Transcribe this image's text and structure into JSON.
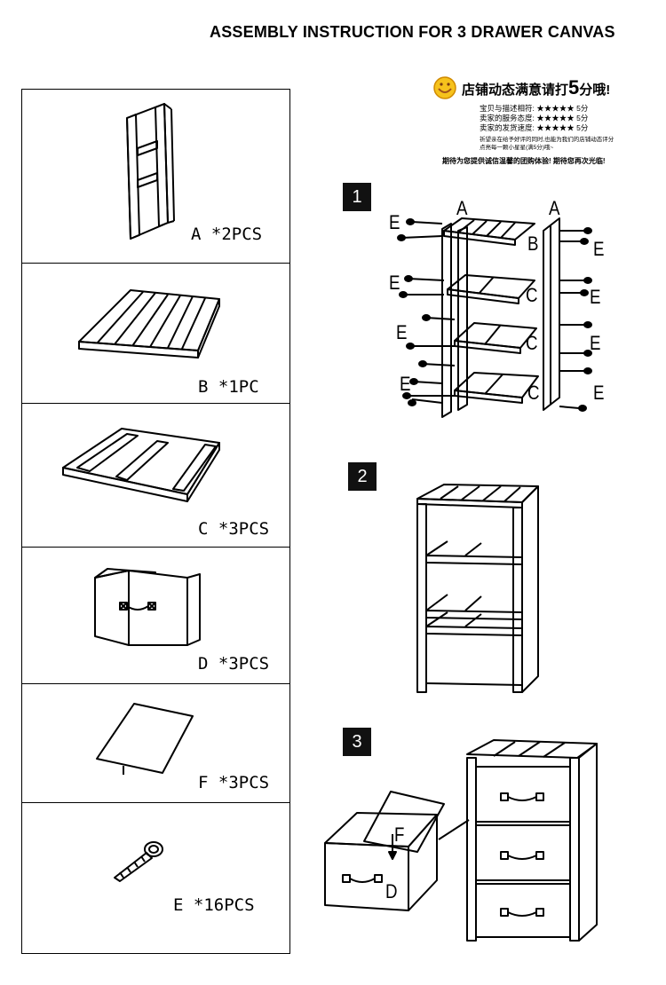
{
  "title": "ASSEMBLY INSTRUCTION FOR 3 DRAWER CANVAS",
  "parts": [
    {
      "text": "A *2PCS"
    },
    {
      "text": "B *1PC"
    },
    {
      "text": "C *3PCS"
    },
    {
      "text": "D *3PCS"
    },
    {
      "text": "F *3PCS"
    },
    {
      "text": "E *16PCS"
    }
  ],
  "rating": {
    "head": "店铺动态满意请打",
    "big": "5",
    "head_end": "分哦!",
    "rows": [
      {
        "label": "宝贝与描述相符:",
        "stars": "★★★★★",
        "score": "5分"
      },
      {
        "label": "卖家的服务态度:",
        "stars": "★★★★★",
        "score": "5分"
      },
      {
        "label": "卖家的发货速度:",
        "stars": "★★★★★",
        "score": "5分"
      }
    ],
    "note1": "祈望亲在给予好评的同时,也能为我们的店铺动态评分",
    "note2": "点亮每一颗小星星(满5分)哦~",
    "foot": "期待为您提供诚信温馨的团购体验! 期待您再次光临!"
  },
  "steps": [
    "1",
    "2",
    "3"
  ],
  "labels": {
    "A": "A",
    "B": "B",
    "C": "C",
    "D": "D",
    "E": "E",
    "F": "F"
  },
  "colors": {
    "ink": "#000000",
    "paper": "#ffffff",
    "step_bg": "#111111"
  }
}
